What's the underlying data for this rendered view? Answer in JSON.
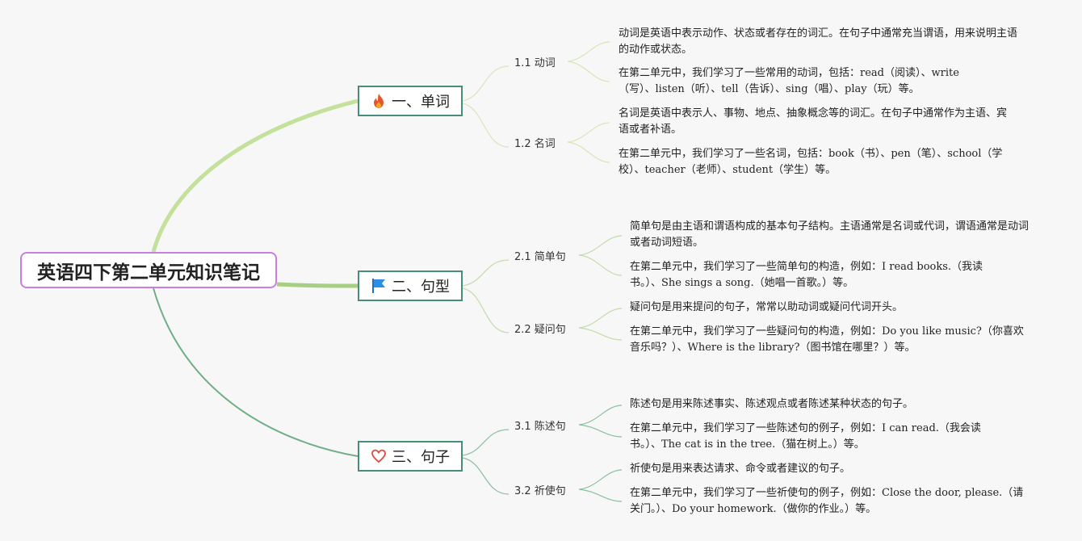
{
  "root": {
    "title": "英语四下第二单元知识笔记"
  },
  "branches": [
    {
      "label": "一、单词",
      "icon": "fire-icon",
      "subs": [
        {
          "label": "1.1 动词",
          "notes": [
            "动词是英语中表示动作、状态或者存在的词汇。在句子中通常充当谓语，用来说明主语的动作或状态。",
            "在第二单元中，我们学习了一些常用的动词，包括：read（阅读）、write（写）、listen（听）、tell（告诉）、sing（唱）、play（玩）等。"
          ]
        },
        {
          "label": "1.2 名词",
          "notes": [
            "名词是英语中表示人、事物、地点、抽象概念等的词汇。在句子中通常作为主语、宾语或者补语。",
            "在第二单元中，我们学习了一些名词，包括：book（书）、pen（笔）、school（学校）、teacher（老师）、student（学生）等。"
          ]
        }
      ]
    },
    {
      "label": "二、句型",
      "icon": "flag-icon",
      "subs": [
        {
          "label": "2.1 简单句",
          "notes": [
            "简单句是由主语和谓语构成的基本句子结构。主语通常是名词或代词，谓语通常是动词或者动词短语。",
            "在第二单元中，我们学习了一些简单句的构造，例如：I read books.（我读书。）、She sings a song.（她唱一首歌。）等。"
          ]
        },
        {
          "label": "2.2 疑问句",
          "notes": [
            "疑问句是用来提问的句子，常常以助动词或疑问代词开头。",
            "在第二单元中，我们学习了一些疑问句的构造，例如：Do you like music?（你喜欢音乐吗？）、Where is the library?（图书馆在哪里？）等。"
          ]
        }
      ]
    },
    {
      "label": "三、句子",
      "icon": "heart-icon",
      "subs": [
        {
          "label": "3.1 陈述句",
          "notes": [
            "陈述句是用来陈述事实、陈述观点或者陈述某种状态的句子。",
            "在第二单元中，我们学习了一些陈述句的例子，例如：I can read.（我会读书。）、The cat is in the tree.（猫在树上。）等。"
          ]
        },
        {
          "label": "3.2 祈使句",
          "notes": [
            "祈使句是用来表达请求、命令或者建议的句子。",
            "在第二单元中，我们学习了一些祈使句的例子，例如：Close the door, please.（请关门。）、Do your homework.（做你的作业。）等。"
          ]
        }
      ]
    }
  ]
}
